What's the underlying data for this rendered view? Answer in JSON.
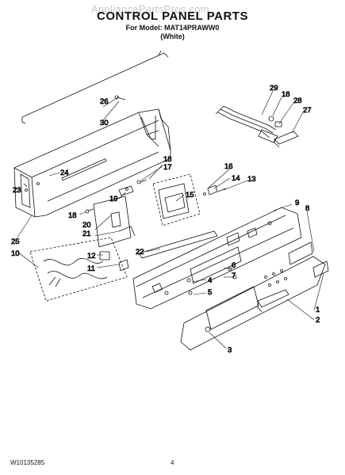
{
  "watermark": "AppliancePartsPros.com",
  "title": "CONTROL PANEL PARTS",
  "subtitle": "For Model: MAT14PRAWW0",
  "color_note": "(White)",
  "footer": {
    "doc_number": "W10135285",
    "page_number": "4"
  },
  "callouts": {
    "c1": "1",
    "c2": "2",
    "c3": "3",
    "c4": "4",
    "c5": "5",
    "c6": "6",
    "c7": "7",
    "c8": "8",
    "c9": "9",
    "c10": "10",
    "c11": "11",
    "c12": "12",
    "c13": "13",
    "c14": "14",
    "c15": "15",
    "c16": "16",
    "c17": "17",
    "c18": "18",
    "c18b": "18",
    "c18c": "18",
    "c19": "19",
    "c20": "20",
    "c21": "21",
    "c22": "22",
    "c23": "23",
    "c24": "24",
    "c25": "25",
    "c26": "26",
    "c27": "27",
    "c28": "28",
    "c29": "29",
    "c30": "30"
  }
}
